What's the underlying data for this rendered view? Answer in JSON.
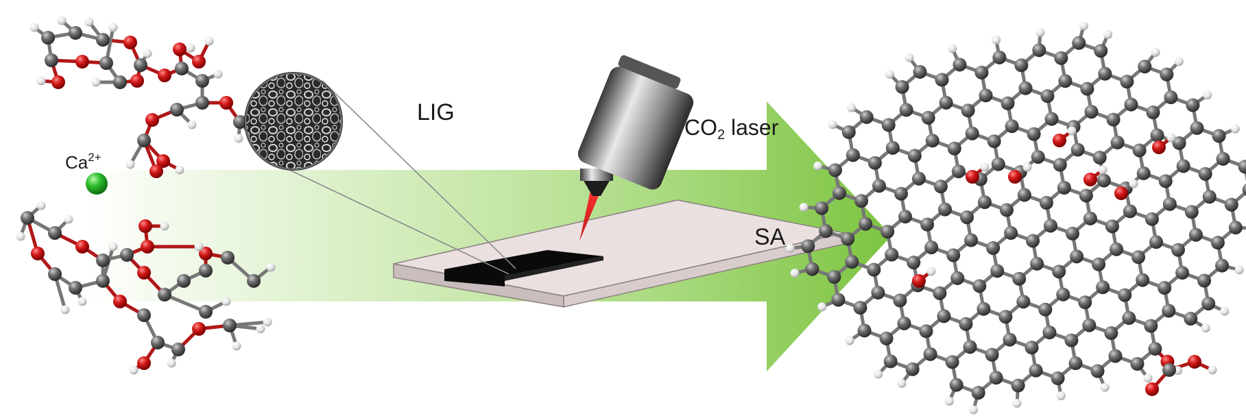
{
  "labels": {
    "ion": "Ca",
    "ion_charge": "2+",
    "inset": "LIG",
    "laser_prefix": "CO",
    "laser_sub": "2",
    "laser_suffix": " laser",
    "substrate": "SA"
  },
  "colors": {
    "oxygen": "#d41a1a",
    "carbon": "#666666",
    "hydrogen": "#e2e2e2",
    "calcium": "#2fbf2f",
    "arrow": "#8fcf55",
    "substrate": "#ebe0e0",
    "lig_pattern": "#0a0a0a",
    "laser_beam": "#e01010"
  }
}
